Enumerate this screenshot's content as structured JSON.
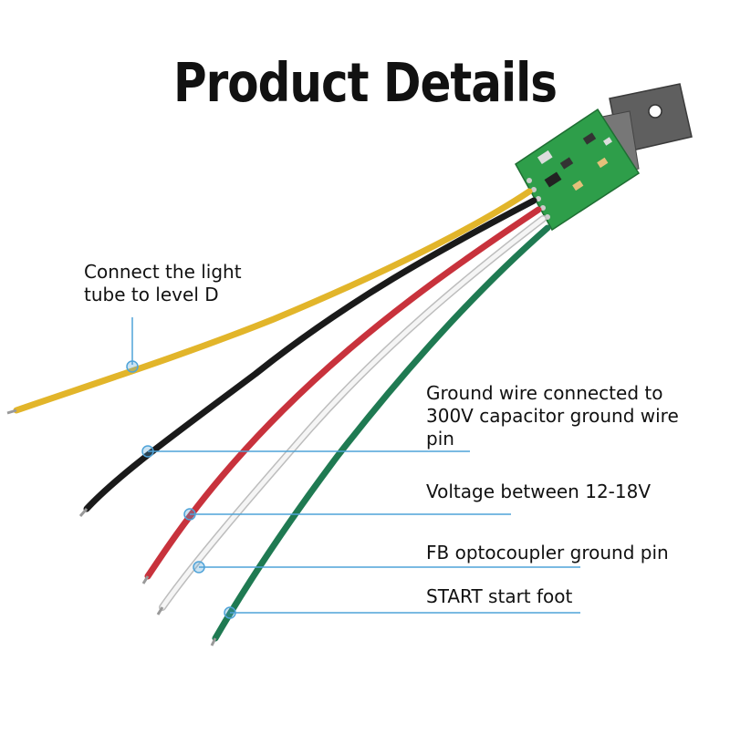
{
  "title": "Product Details",
  "callouts": {
    "yellow": "Connect the light\ntube to level D",
    "black": "Ground wire connected to\n300V capacitor ground wire\npin",
    "red": "Voltage between 12-18V",
    "white": "FB optocoupler ground pin",
    "green": "START start foot"
  },
  "colors": {
    "pcb_green": "#2e9e4a",
    "heatsink": "#6a6a6a",
    "wire_yellow": "#e2b52a",
    "wire_black": "#1a1a1a",
    "wire_red": "#c8323c",
    "wire_white": "#e8e8e8",
    "wire_green": "#1f7a52",
    "callout_line": "#4fa3d8"
  }
}
